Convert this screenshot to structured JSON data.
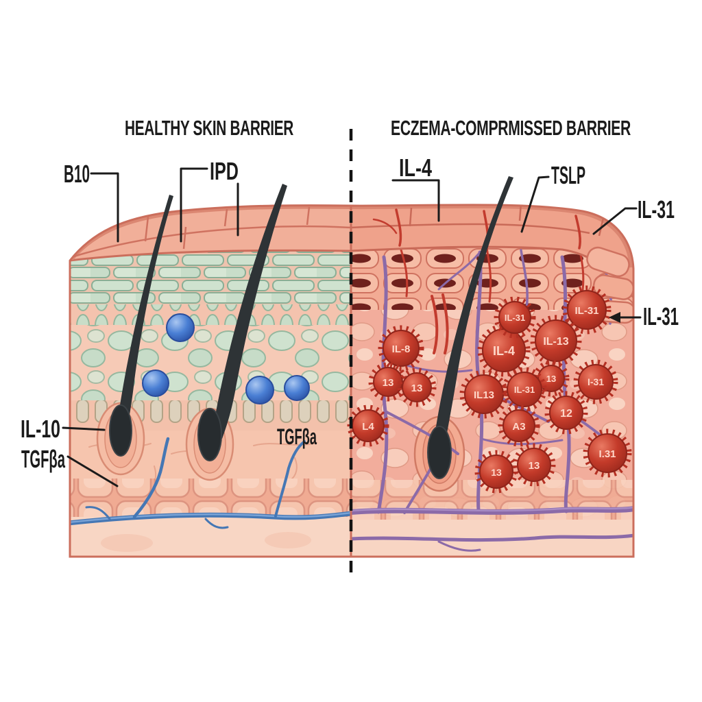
{
  "titles": {
    "left": "HEALTHY SKIN BARRIER",
    "right": "ECZEMA-COMPRMISSED BARRIER"
  },
  "labels": {
    "b10": "B10",
    "ipd": "IPD",
    "il10": "IL-10",
    "tgfba_left": "TGFβa",
    "tgfba_mid": "TGFβa",
    "il4": "IL-4",
    "tslp": "TSLP",
    "il31_top": "IL-31",
    "il31_right": "IL-31"
  },
  "viruses": [
    {
      "label": "IL-8"
    },
    {
      "label": "13"
    },
    {
      "label": "13"
    },
    {
      "label": "L4"
    },
    {
      "label": "IL-4"
    },
    {
      "label": "IL-31"
    },
    {
      "label": "IL-31"
    },
    {
      "label": "IL-13"
    },
    {
      "label": "IL13"
    },
    {
      "label": "13"
    },
    {
      "label": "IL-31"
    },
    {
      "label": "I-31"
    },
    {
      "label": "12"
    },
    {
      "label": "A3"
    },
    {
      "label": "I.31"
    },
    {
      "label": "13"
    },
    {
      "label": "13"
    }
  ],
  "healthy_markers": {
    "count": 4
  },
  "colors": {
    "virus_red": "#c43b2a",
    "marker_blue": "#4a7fd4",
    "vessel_blue": "#4577b4",
    "vessel_purple": "#8b6aa8",
    "healthy_cell_green": "#cfe2cf",
    "skin_salmon": "#f1a78f",
    "dermis_pink": "#f6c5ae",
    "hair_dark": "#2e3336",
    "text_black": "#1b1b1b",
    "background": "#ffffff"
  }
}
